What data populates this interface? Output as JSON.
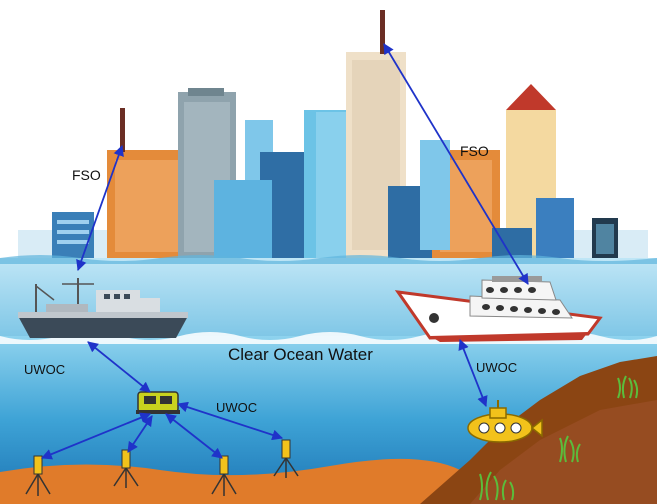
{
  "labels": {
    "fso_left": "FSO",
    "fso_right": "FSO",
    "water": "Clear Ocean Water",
    "uwoc_left": "UWOC",
    "uwoc_center": "UWOC",
    "uwoc_right": "UWOC"
  },
  "colors": {
    "link_arrow": "#1f33c9",
    "sky_background": "#ffffff",
    "surface_water": "#7ec6e6",
    "deep_water": "#2a8fc8",
    "seabed": "#d2691e",
    "rock": "#8b4513",
    "city_buildings": [
      "#3b8fcf",
      "#7fb3d5",
      "#e48b3a",
      "#efe0c8",
      "#2e6da4"
    ]
  },
  "icons": {
    "ship": "cargo-ship-icon",
    "yacht": "yacht-icon",
    "rov": "underwater-vehicle-icon",
    "submarine": "submarine-icon",
    "sensor": "seabed-sensor-icon",
    "antenna": "antenna-icon",
    "seaweed": "seaweed-icon"
  }
}
